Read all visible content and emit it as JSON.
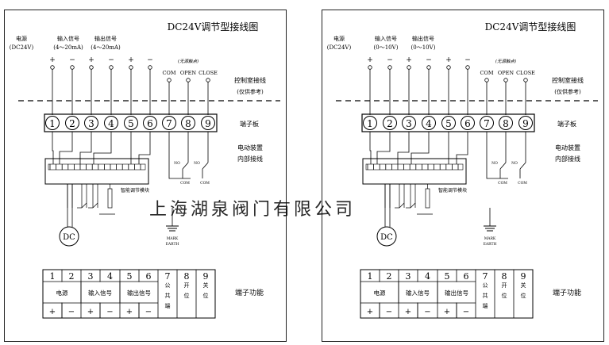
{
  "watermark": "上海湖泉阀门有限公司",
  "panels": [
    {
      "title": "DC24V调节型接线图",
      "signal_groups": [
        {
          "line1": "电源",
          "line2": "(DC24V)"
        },
        {
          "line1": "输入信号",
          "line2": "(4～20mA)"
        },
        {
          "line1": "输出信号",
          "line2": "(4～20mA)"
        }
      ],
      "polarity": [
        "+",
        "−",
        "+",
        "−",
        "+",
        "−"
      ],
      "passive_contact": "(无源触点)",
      "contact_labels": [
        "COM",
        "OPEN",
        "CLOSE"
      ],
      "control_box_label": "控制室接线",
      "reference_note": "(仅供参考)",
      "terminals": [
        "1",
        "2",
        "3",
        "4",
        "5",
        "6",
        "7",
        "8",
        "9"
      ],
      "terminal_board_label": "端子板",
      "actuator_label_1": "电动装置",
      "actuator_label_2": "内部接线",
      "module_label": "智能调节模块",
      "motor_label": "DC",
      "earth_label_1": "MARK",
      "earth_label_2": "EARTH",
      "switch_labels": [
        "NO",
        "COM",
        "NO",
        "COM"
      ],
      "func_table": {
        "numbers": [
          "1",
          "2",
          "3",
          "4",
          "5",
          "6",
          "7",
          "8",
          "9"
        ],
        "group1": "电源",
        "group2": "输入信号",
        "group3": "输出信号",
        "col7": "公共端",
        "col8": "开位",
        "col9": "关位",
        "signs": [
          "+",
          "−",
          "+",
          "−",
          "+",
          "−"
        ],
        "label": "端子功能"
      }
    },
    {
      "title": "DC24V调节型接线图",
      "signal_groups": [
        {
          "line1": "电源",
          "line2": "(DC24V)"
        },
        {
          "line1": "输入信号",
          "line2": "(0～10V)"
        },
        {
          "line1": "输出信号",
          "line2": "(0～10V)"
        }
      ],
      "polarity": [
        "+",
        "−",
        "+",
        "−",
        "+",
        "−"
      ],
      "passive_contact": "(无源触点)",
      "contact_labels": [
        "COM",
        "OPEN",
        "CLOSE"
      ],
      "control_box_label": "控制室接线",
      "reference_note": "(仅供参考)",
      "terminals": [
        "1",
        "2",
        "3",
        "4",
        "5",
        "6",
        "7",
        "8",
        "9"
      ],
      "terminal_board_label": "端子板",
      "actuator_label_1": "电动装置",
      "actuator_label_2": "内部接线",
      "module_label": "智能调节模块",
      "motor_label": "DC",
      "earth_label_1": "MARK",
      "earth_label_2": "EARTH",
      "switch_labels": [
        "NO",
        "COM",
        "NO",
        "COM"
      ],
      "func_table": {
        "numbers": [
          "1",
          "2",
          "3",
          "4",
          "5",
          "6",
          "7",
          "8",
          "9"
        ],
        "group1": "电源",
        "group2": "输入信号",
        "group3": "输出信号",
        "col7": "公共端",
        "col8": "开位",
        "col9": "关位",
        "signs": [
          "+",
          "−",
          "+",
          "−",
          "+",
          "−"
        ],
        "label": "端子功能"
      }
    }
  ]
}
